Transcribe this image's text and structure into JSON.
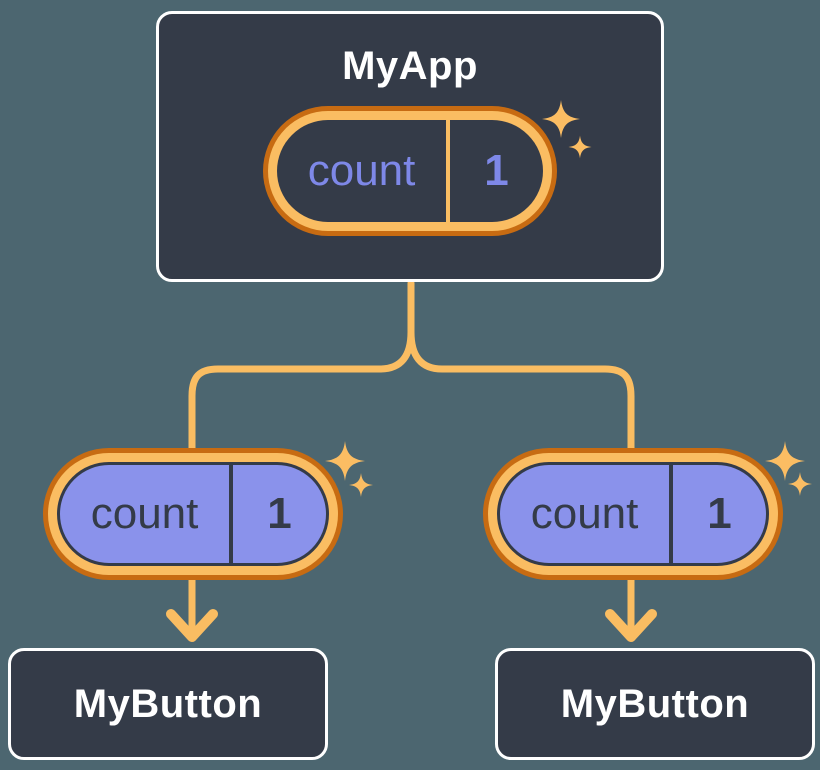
{
  "diagram": {
    "type": "react-component-tree",
    "root": {
      "title": "MyApp",
      "state": {
        "label": "count",
        "value": "1"
      }
    },
    "children": [
      {
        "title": "MyButton",
        "state": {
          "label": "count",
          "value": "1"
        }
      },
      {
        "title": "MyButton",
        "state": {
          "label": "count",
          "value": "1"
        }
      }
    ]
  },
  "colors": {
    "background": "#4C6670",
    "node_fill": "#343B48",
    "node_border": "#FFFFFF",
    "node_title_text": "#FFFFFF",
    "pill_ring_outer": "#C76B12",
    "pill_ring_inner": "#FABD62",
    "root_state_text": "#7E88E8",
    "child_state_fill": "#8A92EB",
    "child_state_text": "#343B48",
    "connector_line": "#FABD62",
    "sparkle": "#FBBD63"
  }
}
